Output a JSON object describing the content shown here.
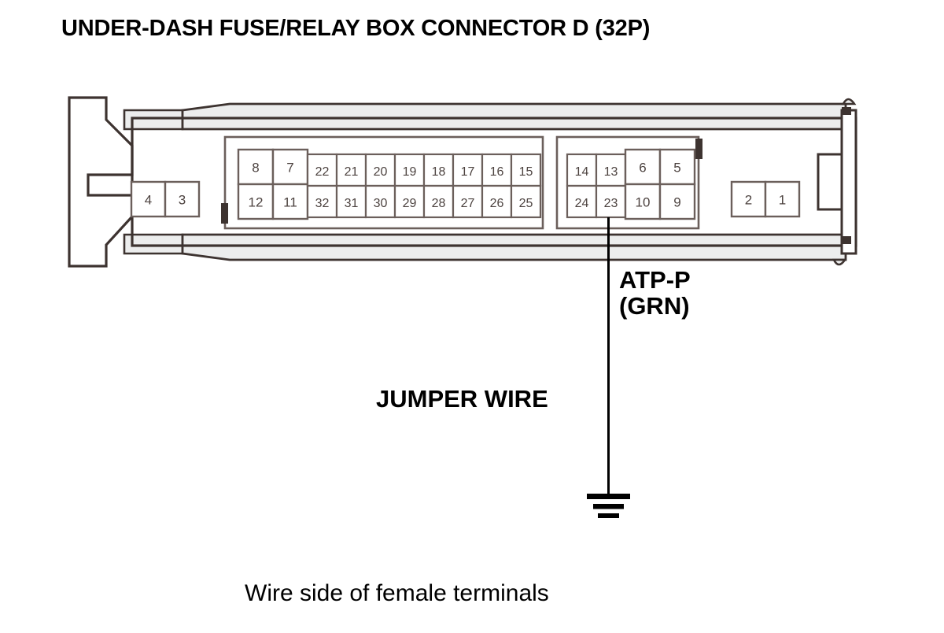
{
  "header": {
    "title": "UNDER-DASH FUSE/RELAY BOX CONNECTOR D (32P)"
  },
  "connector": {
    "name": "CONNECTOR D",
    "pin_count": "32P",
    "outline_color": "#3d3330",
    "shell_fill": "#eceded",
    "cell_fill": "#ffffff",
    "pin_text_color": "#4d4340",
    "groups": [
      {
        "id": "group-left-outer",
        "rows": [
          {
            "cells": [
              "4",
              "3"
            ]
          }
        ]
      },
      {
        "id": "group-large-left",
        "rows": [
          {
            "cells": [
              "8",
              "7"
            ]
          },
          {
            "cells": [
              "12",
              "11"
            ]
          }
        ]
      },
      {
        "id": "group-small-middle",
        "rows": [
          {
            "cells": [
              "22",
              "21",
              "20",
              "19",
              "18",
              "17",
              "16",
              "15"
            ]
          },
          {
            "cells": [
              "32",
              "31",
              "30",
              "29",
              "28",
              "27",
              "26",
              "25"
            ]
          }
        ]
      },
      {
        "id": "group-small-right",
        "rows": [
          {
            "cells": [
              "14",
              "13"
            ]
          },
          {
            "cells": [
              "24",
              "23"
            ]
          }
        ]
      },
      {
        "id": "group-large-right",
        "rows": [
          {
            "cells": [
              "6",
              "5"
            ]
          },
          {
            "cells": [
              "10",
              "9"
            ]
          }
        ]
      },
      {
        "id": "group-right-outer",
        "rows": [
          {
            "cells": [
              "2",
              "1"
            ]
          }
        ]
      }
    ]
  },
  "annotations": {
    "signal_label": "ATP-P",
    "signal_color_code": "(GRN)",
    "jumper_label": "JUMPER WIRE",
    "jumper_source_pin": "23",
    "ground_symbol": "earth-ground"
  },
  "caption": {
    "text": "Wire side of female terminals"
  }
}
